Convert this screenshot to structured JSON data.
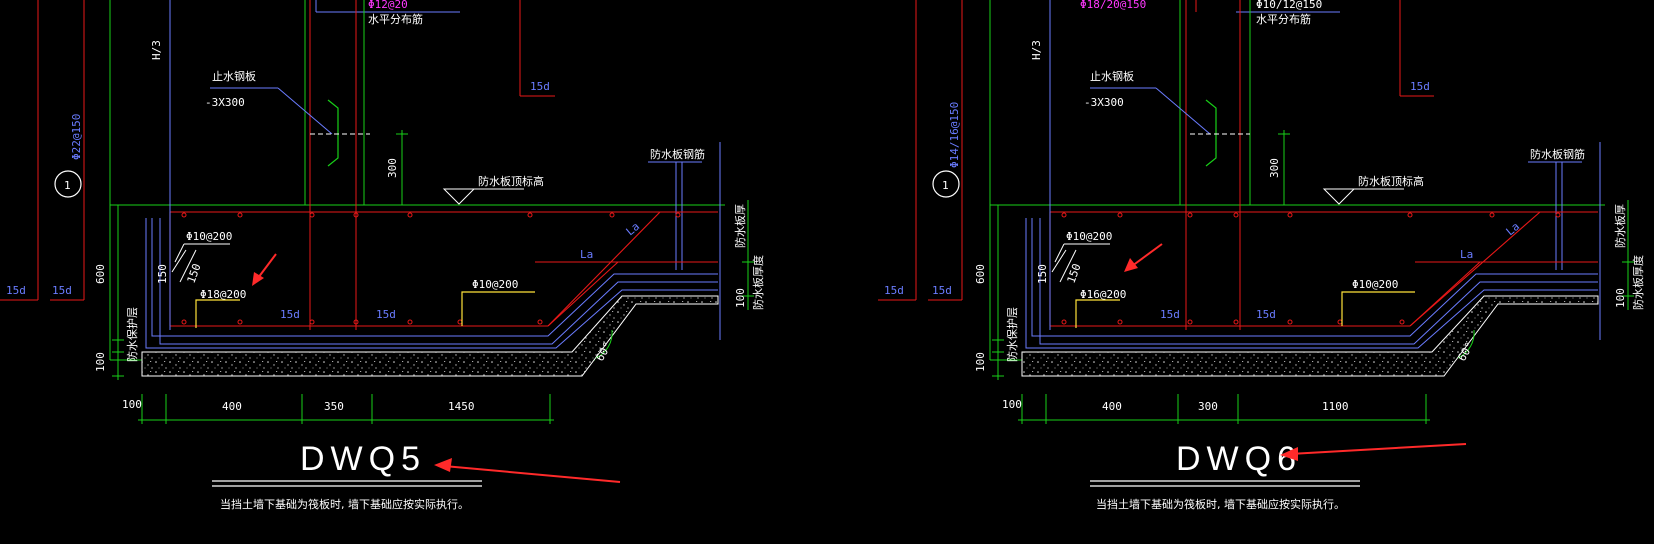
{
  "colors": {
    "background": "#000000",
    "green": "#18d018",
    "red": "#e81818",
    "blue": "#6a7cff",
    "white": "#ffffff",
    "magenta": "#ff38ff",
    "yellow": "#ffe23a",
    "cyan": "#18e8e8",
    "arrow": "#ff2a2a"
  },
  "left": {
    "title": "DWQ5",
    "note": "当挡土墙下基础为筏板时, 墙下基础应按实际执行。",
    "labels": {
      "h3": "H/3",
      "wall_rebar": "Φ22@150",
      "circle_num": "1",
      "waterstop_title": "止水钢板",
      "waterstop_size": "-3X300",
      "slab_mark": "防水板顶标高",
      "waterproof_rebar": "防水板钢筋",
      "top_mag": "Φ12@20",
      "horiz_dist": "水平分布筋",
      "top_15d": "15d",
      "dim_300": "300",
      "dim_600": "600",
      "dim_150a": "150",
      "dim_150b": "150",
      "rebar_a": "Φ10@200",
      "rebar_b": "Φ18@200",
      "rebar_c": "Φ10@200",
      "la_a": "La",
      "la_b": "La",
      "d15_a": "15d",
      "d15_b": "15d",
      "d15_c": "15d",
      "d15_d": "15d",
      "dim_100_v": "100",
      "dim_100_side": "100",
      "angle": "60°",
      "protect_a": "防水保护层",
      "protect_b": "防水板厚度",
      "side_a": "防水板厚",
      "dim_100_h": "100",
      "dim_400": "400",
      "dim_350": "350",
      "dim_1450": "1450"
    }
  },
  "right": {
    "title": "DWQ6",
    "note": "当挡土墙下基础为筏板时, 墙下基础应按实际执行。",
    "labels": {
      "h3": "H/3",
      "wall_rebar": "Φ14/16@150",
      "circle_num": "1",
      "waterstop_title": "止水钢板",
      "waterstop_size": "-3X300",
      "slab_mark": "防水板顶标高",
      "waterproof_rebar": "防水板钢筋",
      "top_mag": "Φ18/20@150",
      "top_left": "Φ10/12@150",
      "horiz_dist": "水平分布筋",
      "top_15d": "15d",
      "dim_300": "300",
      "dim_600": "600",
      "dim_150a": "150",
      "dim_150b": "150",
      "rebar_a": "Φ10@200",
      "rebar_b": "Φ16@200",
      "rebar_c": "Φ10@200",
      "la_a": "La",
      "la_b": "La",
      "d15_a": "15d",
      "d15_b": "15d",
      "d15_c": "15d",
      "d15_d": "15d",
      "dim_100_v": "100",
      "dim_100_side": "100",
      "angle": "60°",
      "protect_a": "防水保护层",
      "protect_b": "防水板厚度",
      "side_a": "防水板厚",
      "dim_100_h": "100",
      "dim_400": "400",
      "dim_300h": "300",
      "dim_1100": "1100"
    }
  }
}
